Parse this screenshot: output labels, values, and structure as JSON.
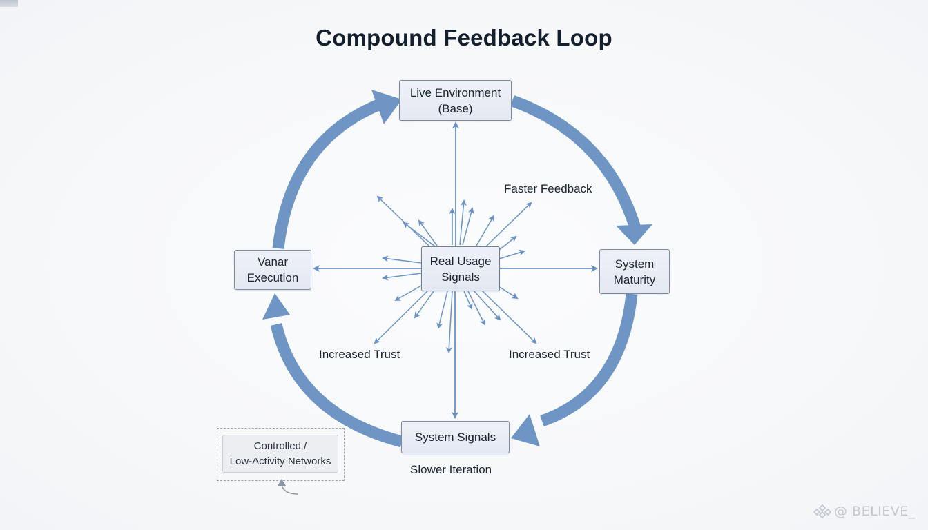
{
  "title": "Compound Feedback Loop",
  "colors": {
    "accent": "#6e95c4",
    "arrow_thin": "#6a92c6",
    "node_fill": "#e8ecf4",
    "node_border": "#7c8aa3",
    "text": "#1b2430",
    "title_text": "#14202e",
    "dashed_border": "#9aa2ae"
  },
  "nodes": {
    "top": {
      "line1": "Live Environment",
      "line2": "(Base)"
    },
    "center": {
      "line1": "Real Usage",
      "line2": "Signals"
    },
    "left": {
      "line1": "Vanar",
      "line2": "Execution"
    },
    "right": {
      "line1": "System",
      "line2": "Maturity"
    },
    "bottom": {
      "line1": "System Signals"
    }
  },
  "labels": {
    "faster_feedback": "Faster Feedback",
    "increased_trust_left": "Increased Trust",
    "increased_trust_right": "Increased Trust",
    "slower_iteration": "Slower Iteration"
  },
  "side_box": {
    "line1": "Controlled /",
    "line2": "Low-Activity Networks"
  },
  "cycle_arrows": [
    {
      "from": "left",
      "to": "top"
    },
    {
      "from": "top",
      "to": "right"
    },
    {
      "from": "right",
      "to": "bottom"
    },
    {
      "from": "bottom",
      "to": "left"
    }
  ],
  "radial_arrows": [
    {
      "from": "center",
      "to": "top"
    },
    {
      "from": "center",
      "to": "left"
    },
    {
      "from": "center",
      "to": "right"
    },
    {
      "from": "center",
      "to": "bottom"
    }
  ],
  "watermark": {
    "icon": "diamond-logo-icon",
    "text": "@ BELIEVE_"
  }
}
